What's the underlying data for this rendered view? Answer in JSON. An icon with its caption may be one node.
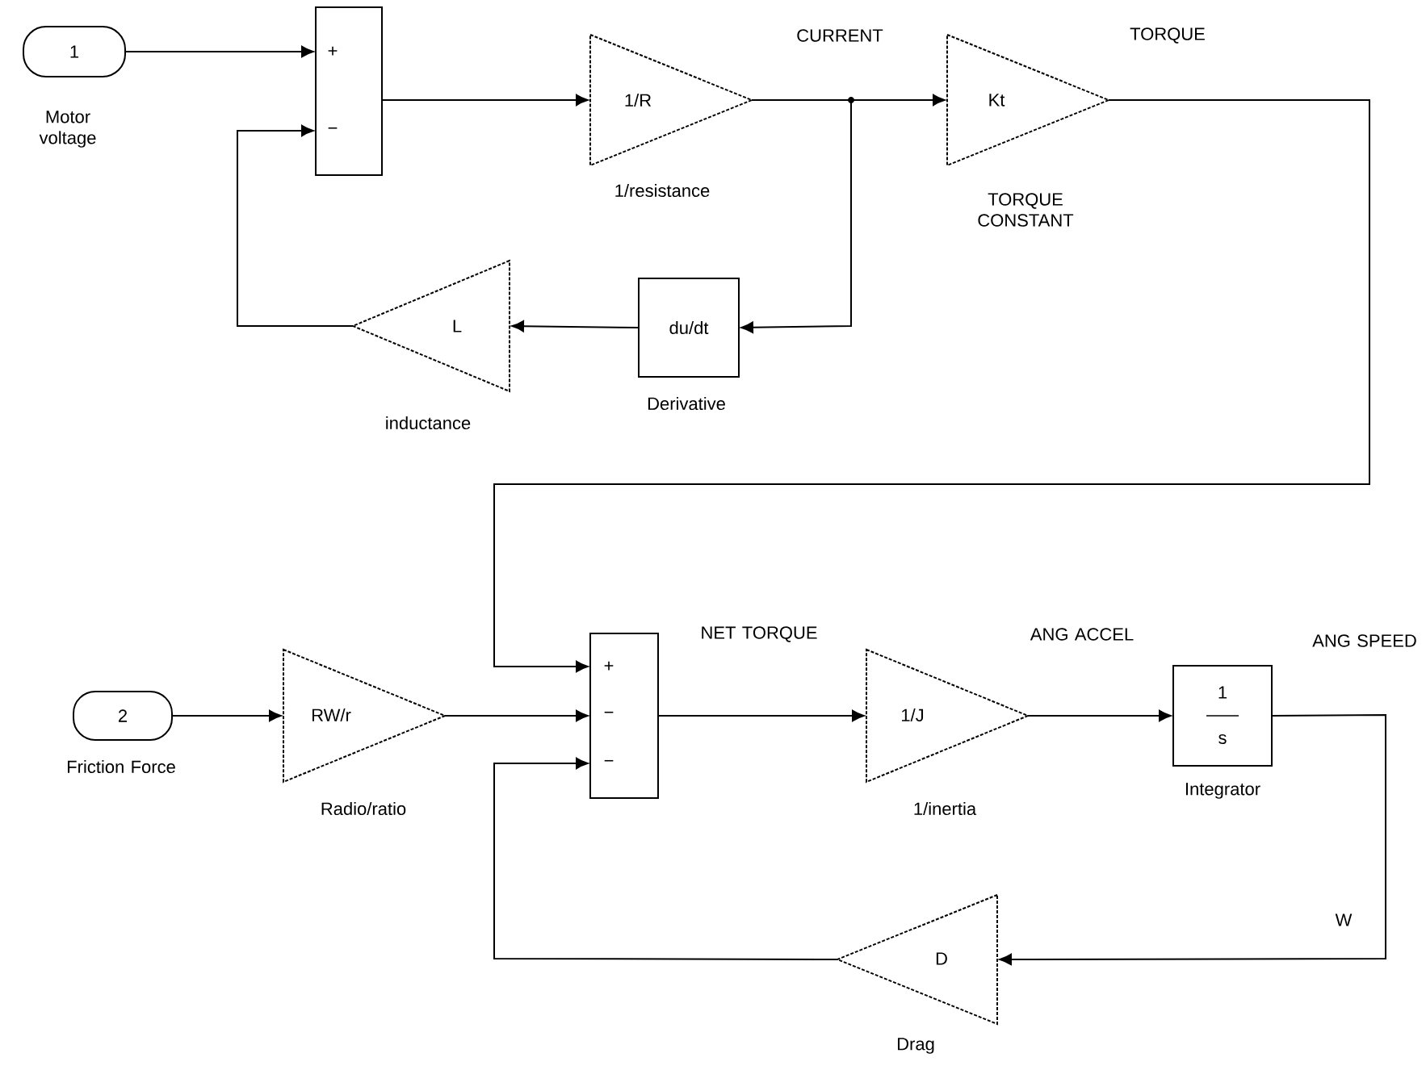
{
  "diagram": {
    "nodes": [
      {
        "text": [
          "1"
        ],
        "beside": [
          "Motor voltage"
        ]
      },
      {
        "text": [
          "+",
          "−"
        ]
      },
      {
        "text": [
          "1/R"
        ],
        "beside": [
          "1/resistance"
        ]
      },
      {
        "text": [
          "Kt"
        ],
        "beside": [
          "TORQUE CONSTANT"
        ]
      },
      {
        "text": [
          "du/dt"
        ],
        "beside": [
          "Derivative"
        ]
      },
      {
        "text": [
          "L"
        ],
        "beside": [
          "inductance"
        ]
      },
      {
        "text": [
          "2"
        ],
        "beside": [
          "Friction Force"
        ]
      },
      {
        "text": [
          "RW/r"
        ],
        "beside": [
          "Radio/ratio"
        ]
      },
      {
        "text": [
          "+",
          "−",
          "−"
        ]
      },
      {
        "text": [
          "1/J"
        ],
        "beside": [
          "1/inertia"
        ]
      },
      {
        "text": [
          "1",
          "s"
        ],
        "beside": [
          "Integrator"
        ]
      },
      {
        "text": [
          "D"
        ],
        "beside": [
          "Drag"
        ]
      }
    ],
    "edges": [
      {
        "from": 0,
        "to": 1,
        "arrow": "to"
      },
      {
        "from": 1,
        "to": 2,
        "arrow": "to"
      },
      {
        "from": 2,
        "to": 3,
        "arrow": "to",
        "label": "CURRENT"
      },
      {
        "from": 2,
        "to": 4,
        "arrow": "to"
      },
      {
        "from": 4,
        "to": 5,
        "arrow": "to"
      },
      {
        "from": 5,
        "to": 1,
        "arrow": "to"
      },
      {
        "from": 3,
        "to": 8,
        "arrow": "to",
        "label": "TORQUE"
      },
      {
        "from": 6,
        "to": 7,
        "arrow": "to"
      },
      {
        "from": 7,
        "to": 8,
        "arrow": "to"
      },
      {
        "from": 8,
        "to": 9,
        "arrow": "to",
        "label": "NET TORQUE"
      },
      {
        "from": 9,
        "to": 10,
        "arrow": "to",
        "label": "ANG ACCEL"
      },
      {
        "from": 10,
        "to": 11,
        "arrow": "to",
        "label": "ANG SPEED"
      },
      {
        "from": 11,
        "to": 8,
        "arrow": "to"
      }
    ],
    "labels": [
      "W"
    ]
  }
}
